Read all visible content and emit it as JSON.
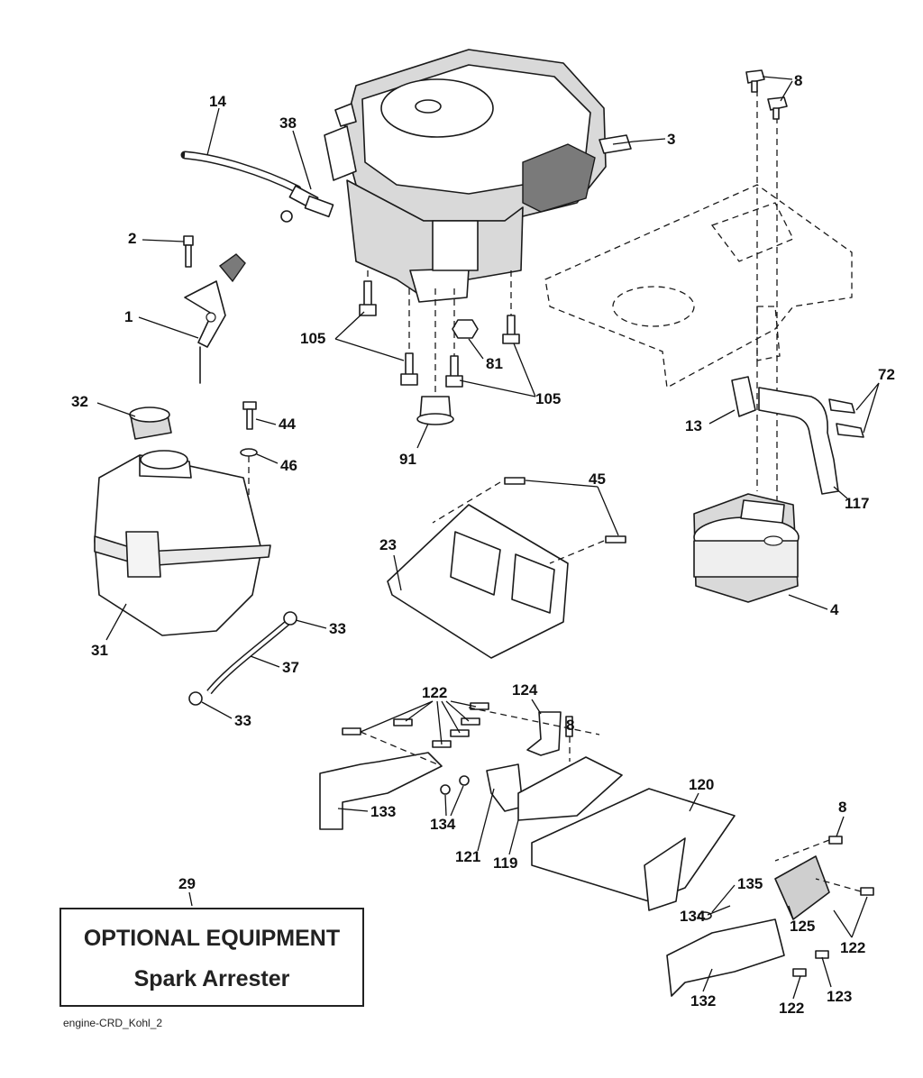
{
  "diagram": {
    "callouts": {
      "c1": "1",
      "c2": "2",
      "c3": "3",
      "c4": "4",
      "c8a": "8",
      "c8b": "8",
      "c8c": "8",
      "c13": "13",
      "c14": "14",
      "c23": "23",
      "c29": "29",
      "c31": "31",
      "c32": "32",
      "c33a": "33",
      "c33b": "33",
      "c37": "37",
      "c38": "38",
      "c44": "44",
      "c45": "45",
      "c46": "46",
      "c72": "72",
      "c81": "81",
      "c91": "91",
      "c105a": "105",
      "c105b": "105",
      "c117": "117",
      "c119": "119",
      "c120": "120",
      "c121": "121",
      "c122a": "122",
      "c122b": "122",
      "c122c": "122",
      "c123": "123",
      "c124": "124",
      "c125": "125",
      "c132": "132",
      "c133": "133",
      "c134a": "134",
      "c134b": "134",
      "c135": "135"
    },
    "optional_box": {
      "title": "OPTIONAL EQUIPMENT",
      "subtitle": "Spark Arrester"
    },
    "footer_code": "engine-CRD_Kohl_2"
  }
}
